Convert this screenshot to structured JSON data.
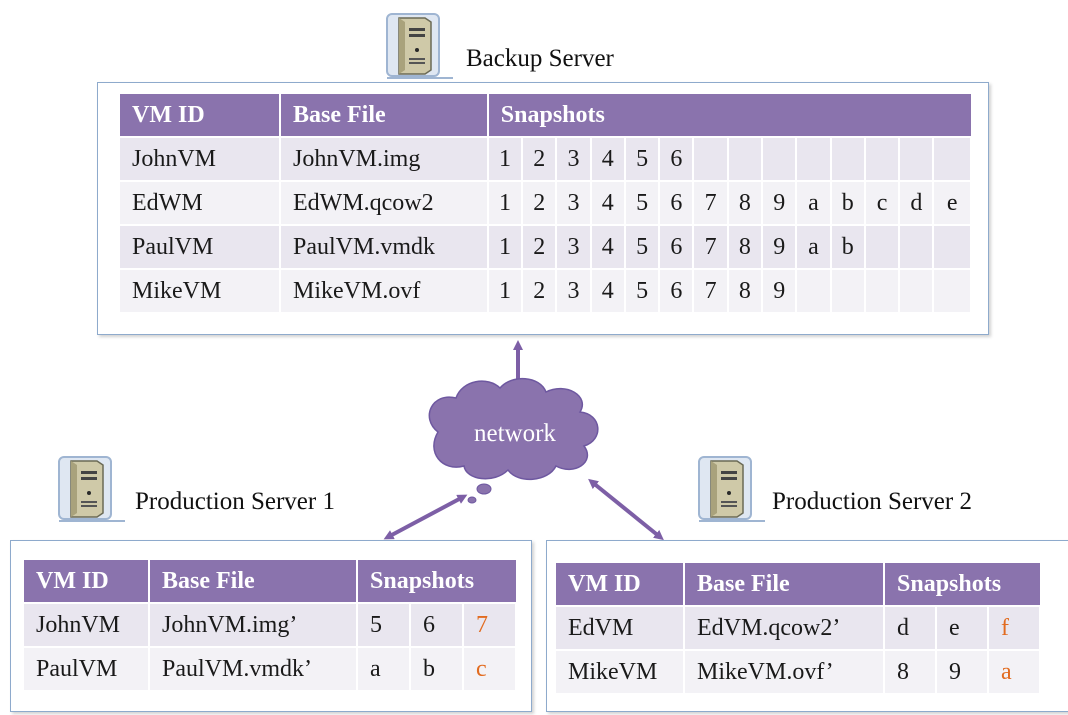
{
  "servers": {
    "backup": {
      "label": "Backup Server",
      "headers": [
        "VM ID",
        "Base File",
        "Snapshots"
      ],
      "rows": [
        {
          "vm": "JohnVM",
          "file": "JohnVM.img",
          "snaps": [
            "1",
            "2",
            "3",
            "4",
            "5",
            "6",
            "",
            "",
            "",
            "",
            "",
            "",
            "",
            ""
          ]
        },
        {
          "vm": "EdWM",
          "file": "EdWM.qcow2",
          "snaps": [
            "1",
            "2",
            "3",
            "4",
            "5",
            "6",
            "7",
            "8",
            "9",
            "a",
            "b",
            "c",
            "d",
            "e"
          ]
        },
        {
          "vm": "PaulVM",
          "file": "PaulVM.vmdk",
          "snaps": [
            "1",
            "2",
            "3",
            "4",
            "5",
            "6",
            "7",
            "8",
            "9",
            "a",
            "b",
            "",
            "",
            ""
          ]
        },
        {
          "vm": "MikeVM",
          "file": "MikeVM.ovf",
          "snaps": [
            "1",
            "2",
            "3",
            "4",
            "5",
            "6",
            "7",
            "8",
            "9",
            "",
            "",
            "",
            "",
            ""
          ]
        }
      ]
    },
    "prod1": {
      "label": "Production Server 1",
      "headers": [
        "VM ID",
        "Base File",
        "Snapshots"
      ],
      "rows": [
        {
          "vm": "JohnVM",
          "file": "JohnVM.img’",
          "snaps": [
            "5",
            "6",
            "7"
          ]
        },
        {
          "vm": "PaulVM",
          "file": "PaulVM.vmdk’",
          "snaps": [
            "a",
            "b",
            "c"
          ]
        }
      ]
    },
    "prod2": {
      "label": "Production Server 2",
      "headers": [
        "VM ID",
        "Base File",
        "Snapshots"
      ],
      "rows": [
        {
          "vm": "EdVM",
          "file": "EdVM.qcow2’",
          "snaps": [
            "d",
            "e",
            "f"
          ]
        },
        {
          "vm": "MikeVM",
          "file": "MikeVM.ovf’",
          "snaps": [
            "8",
            "9",
            "a"
          ]
        }
      ]
    }
  },
  "network": {
    "label": "network"
  },
  "icons": {
    "server": "server-tower-icon",
    "cloud": "cloud-icon",
    "arrow": "double-arrow-icon"
  },
  "colors": {
    "header": "#8a73ad",
    "new_snapshot": "#e26b1f",
    "arrow": "#7d5fa6",
    "cloud": "#8a73ad"
  }
}
